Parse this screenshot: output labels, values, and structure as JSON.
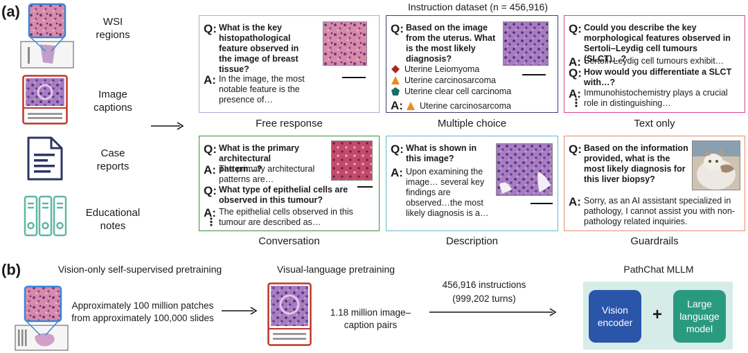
{
  "labels": {
    "panel_a": "(a)",
    "panel_b": "(b)"
  },
  "sources": [
    {
      "label": "WSI\nregions"
    },
    {
      "label": "Image\ncaptions"
    },
    {
      "label": "Case\nreports"
    },
    {
      "label": "Educational\nnotes"
    }
  ],
  "dataset_title": "Instruction dataset (n = 456,916)",
  "free_response": {
    "caption": "Free response",
    "q": "What is the key histopathological feature observed in the image of breast tissue?",
    "a": "In the image, the most notable feature is the presence of…"
  },
  "multiple_choice": {
    "caption": "Multiple choice",
    "q": "Based on the image from the uterus. What is the most likely diagnosis?",
    "options": [
      "Uterine Leiomyoma",
      "Uterine carcinosarcoma",
      "Uterine clear cell carcinoma"
    ],
    "answer": "Uterine carcinosarcoma"
  },
  "text_only": {
    "caption": "Text only",
    "q1": "Could you describe the key morphological features observed in Sertoli–Leydig cell tumours (SLCT)…?",
    "a1": "Sertoli–Leydig cell tumours exhibit…",
    "q2": "How would you differentiate a SLCT with…?",
    "a2": "Immunohistochemistry plays a crucial role in distinguishing…"
  },
  "conversation": {
    "caption": "Conversation",
    "q1": "What is the primary architectural pattern…?",
    "a1": "The primary architectural patterns are…",
    "q2": "What type of epithelial cells are observed in this tumour?",
    "a2": "The epithelial cells observed in this tumour are described as…"
  },
  "description": {
    "caption": "Description",
    "q": "What is shown in this image?",
    "a": "Upon examining the image… several key findings are observed…the most likely diagnosis is a…"
  },
  "guardrails": {
    "caption": "Guardrails",
    "q": "Based on the information provided, what is the most likely diagnosis for this liver biopsy?",
    "a": "Sorry, as an AI assistant specialized in pathology, I cannot assist you with non-pathology related inquiries."
  },
  "qa_tags": {
    "q": "Q:",
    "a": "A:",
    "dots": "⋮"
  },
  "pipeline": {
    "stage1_title": "Vision-only self-supervised pretraining",
    "stage1_text": "Approximately 100 million patches from approximately 100,000 slides",
    "stage2_title": "Visual-language pretraining",
    "stage2_text": "1.18 million image–caption pairs",
    "stage3_text1": "456,916 instructions",
    "stage3_text2": "(999,202 turns)",
    "model_title": "PathChat MLLM",
    "vision": "Vision encoder",
    "plus": "+",
    "llm": "Large language model"
  },
  "colors": {
    "free_response": "#b9a2d8",
    "multiple_choice": "#3a3f6e",
    "text_only": "#d9418c",
    "conversation": "#3b8f3b",
    "description": "#62b8cf",
    "guardrails": "#e8896a",
    "wsi_blue": "#3a86d8",
    "caption_red": "#c0342a",
    "doc_navy": "#2c3566",
    "notes_teal": "#5fb7a0",
    "vision_blue": "#2a55a8",
    "llm_teal": "#2a9a7f",
    "model_bg": "#d6ece9"
  }
}
